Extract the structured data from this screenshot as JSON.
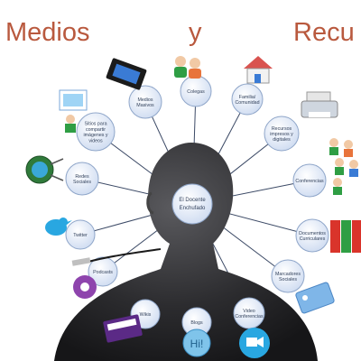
{
  "title": {
    "word1": "Medios",
    "word2": "y",
    "word3": "Recu"
  },
  "center": {
    "lines": [
      "El Docente",
      "Enchufado"
    ]
  },
  "nodes": [
    {
      "id": "medios-masivos",
      "lines": [
        "Medios",
        "Masivos"
      ],
      "icon": "film-strip-icon"
    },
    {
      "id": "colegas",
      "lines": [
        "Colegas"
      ],
      "icon": "colleagues-icon"
    },
    {
      "id": "familia-comunidad",
      "lines": [
        "Familia/",
        "Comunidad"
      ],
      "icon": "house-icon"
    },
    {
      "id": "recursos-impresos",
      "lines": [
        "Recursos",
        "impresos y",
        "digitales"
      ],
      "icon": "printer-icon"
    },
    {
      "id": "conferencias",
      "lines": [
        "Conferencias"
      ],
      "icon": "audience-icon"
    },
    {
      "id": "documentos-curriculares",
      "lines": [
        "Documentos",
        "Curriculares"
      ],
      "icon": "binders-icon"
    },
    {
      "id": "marcadores-sociales",
      "lines": [
        "Marcadores",
        "Sociales"
      ],
      "icon": "tag-icon"
    },
    {
      "id": "video-conferencias",
      "lines": [
        "Video",
        "Conferencias"
      ],
      "icon": "video-bubble-icon"
    },
    {
      "id": "blogs",
      "lines": [
        "Blogs"
      ],
      "icon": "hi-bubble-icon"
    },
    {
      "id": "wikis",
      "lines": [
        "Wikis"
      ],
      "icon": "book-icon"
    },
    {
      "id": "podcasts",
      "lines": [
        "Podcasts"
      ],
      "icon": "podcast-icon"
    },
    {
      "id": "twitter",
      "lines": [
        "Twitter"
      ],
      "icon": "twitter-bird-icon"
    },
    {
      "id": "redes-sociales",
      "lines": [
        "Redes",
        "Sociales"
      ],
      "icon": "globe-network-icon"
    },
    {
      "id": "sitios-compartir",
      "lines": [
        "Sitios para",
        "compartir",
        "imágenes y",
        "videos"
      ],
      "icon": "photo-share-icon"
    }
  ],
  "colors": {
    "title": "#b9593e",
    "node_fill": "#d6e2f5",
    "node_stroke": "#8fa6c9",
    "line": "#3c4a66",
    "silhouette": "#2a2a2c"
  }
}
